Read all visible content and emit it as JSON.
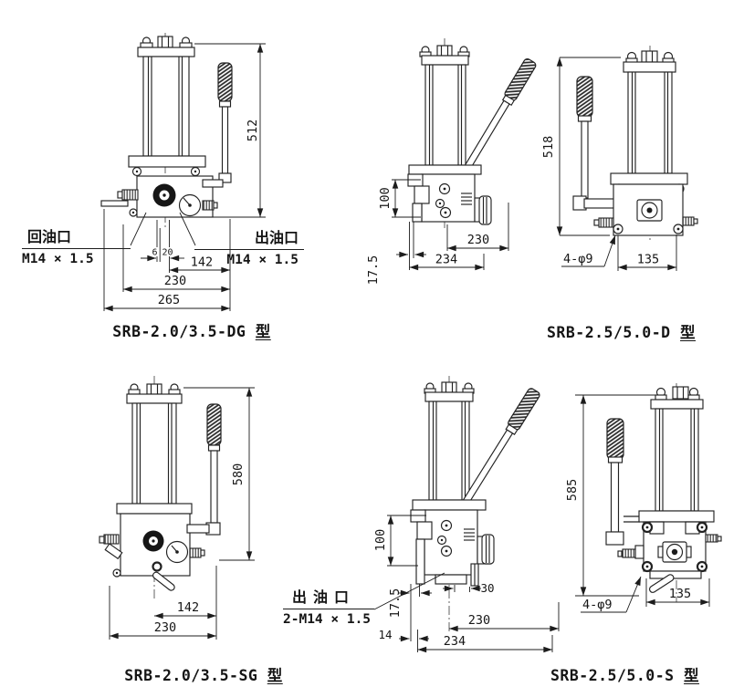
{
  "drawing": {
    "fig_dg_front": {
      "caption": {
        "model": "SRB-2.0/3.5-DG ",
        "type_suffix": "型"
      },
      "return_port": {
        "name": "回油口",
        "thread": "M14 × 1.5"
      },
      "outlet_port": {
        "name": "出油口",
        "thread": "M14 × 1.5"
      },
      "dims": {
        "height": "512",
        "port_gap_a": "6",
        "port_gap_b": "20",
        "outlet_offset": "142",
        "mount_width": "230",
        "overall_width": "265"
      }
    },
    "fig_dg_side": {
      "dims": {
        "body_height": "100",
        "base_offset": "17.5",
        "mount_width": "230",
        "overall_width": "234"
      }
    },
    "fig_d_front": {
      "caption": {
        "model": "SRB-2.5/5.0-D ",
        "type_suffix": "型"
      },
      "dims": {
        "height": "518",
        "mount_holes": "4-φ9",
        "mount_width": "135"
      }
    },
    "fig_sg_front": {
      "caption": {
        "model": "SRB-2.0/3.5-SG ",
        "type_suffix": "型"
      },
      "dims": {
        "height": "580",
        "outlet_offset": "142",
        "mount_width": "230"
      }
    },
    "fig_sg_side": {
      "outlet_port": {
        "name": "出油口",
        "thread": "2-M14 × 1.5"
      },
      "dims": {
        "body_height": "100",
        "base_offset": "17.5",
        "side_offset": "30",
        "port_offset": "14",
        "mount_width": "230",
        "overall_width": "234"
      }
    },
    "fig_s_front": {
      "caption": {
        "model": "SRB-2.5/5.0-S ",
        "type_suffix": "型"
      },
      "dims": {
        "height": "585",
        "mount_holes": "4-φ9",
        "mount_width": "135"
      }
    }
  }
}
